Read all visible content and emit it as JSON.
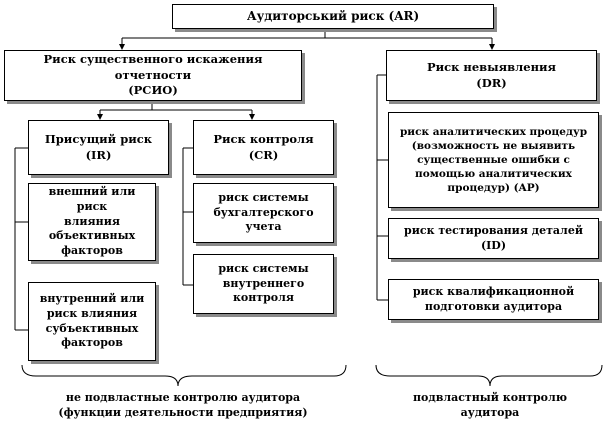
{
  "root": {
    "line1": "Аудиторський риск (AR)"
  },
  "rsio": {
    "line1": "Риск существенного искажения отчетности",
    "line2": "(РСИО)"
  },
  "dr": {
    "line1": "Риск невыявления",
    "line2": "(DR)"
  },
  "ir": {
    "line1": "Присущий риск",
    "line2": "(IR)"
  },
  "cr": {
    "line1": "Риск контроля",
    "line2": "(CR)"
  },
  "ir_items": [
    {
      "lines": [
        "внешний или риск",
        "влияния",
        "объективных",
        "факторов"
      ]
    },
    {
      "lines": [
        "внутренний или",
        "риск влияния",
        "субъективных",
        "факторов"
      ]
    }
  ],
  "cr_items": [
    {
      "lines": [
        "риск системы",
        "бухгалтерского",
        "учета"
      ]
    },
    {
      "lines": [
        "риск системы",
        "внутреннего",
        "контроля"
      ]
    }
  ],
  "dr_items": [
    {
      "lines": [
        "риск аналитических процедур",
        "(возможность не выявить",
        "существенные ошибки с",
        "помощью аналитических",
        "процедур) (AP)"
      ]
    },
    {
      "lines": [
        "риск тестирования деталей",
        "(ID)"
      ]
    },
    {
      "lines": [
        "риск квалификационной",
        "подготовки аудитора"
      ]
    }
  ],
  "caption_left": {
    "line1": "не подвластные контролю аудитора",
    "line2": "(функции деятельности предприятия)"
  },
  "caption_right": {
    "line1": "подвластный контролю",
    "line2": "аудитора"
  }
}
